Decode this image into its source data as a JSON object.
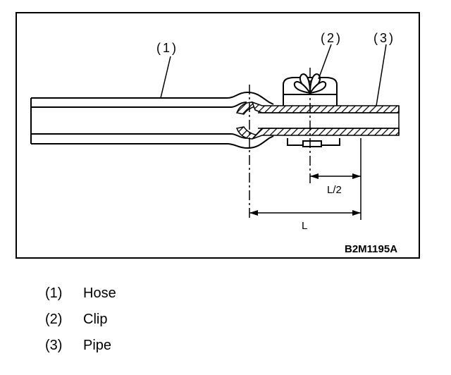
{
  "figure": {
    "code": "B2M1195A",
    "callouts": [
      "(1)",
      "(2)",
      "(3)"
    ],
    "dimensions": {
      "half_length": "L/2",
      "length": "L"
    }
  },
  "legend": [
    {
      "number": "(1)",
      "label": "Hose"
    },
    {
      "number": "(2)",
      "label": "Clip"
    },
    {
      "number": "(3)",
      "label": "Pipe"
    }
  ]
}
